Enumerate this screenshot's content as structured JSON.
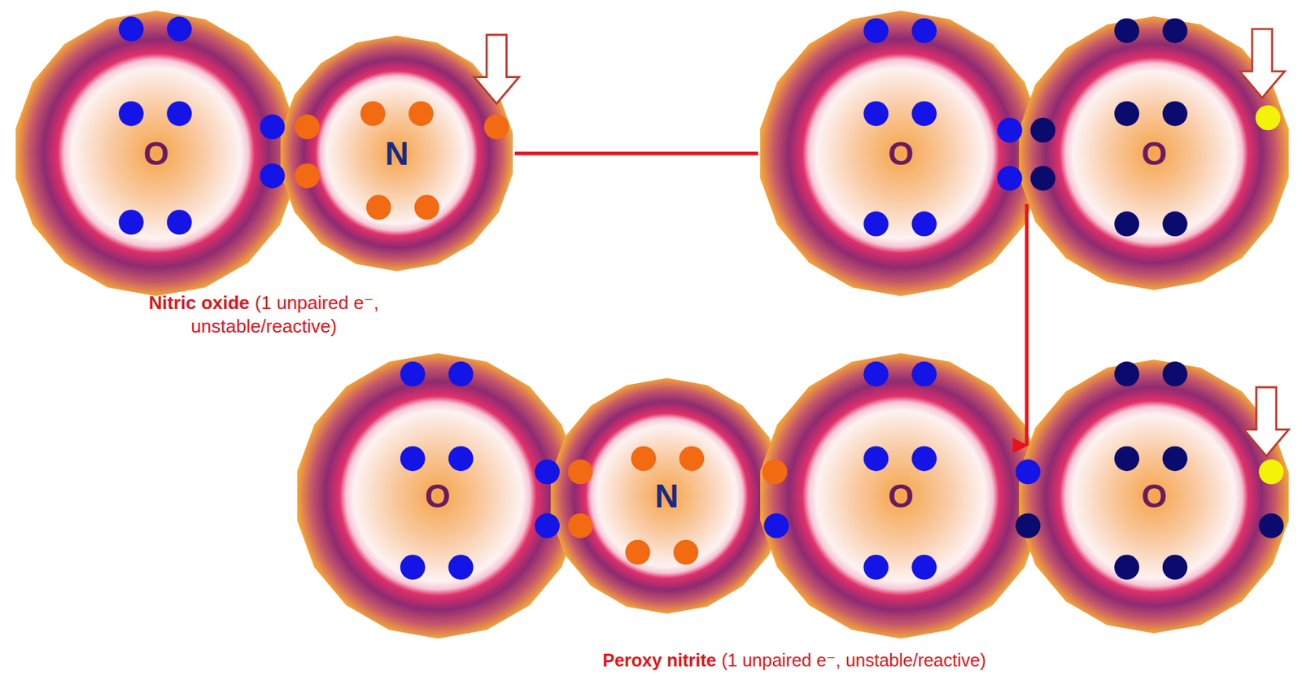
{
  "diagram": {
    "nodes": [
      {
        "text": [
          "O"
        ]
      },
      {
        "text": [
          "N"
        ]
      },
      {
        "text": [
          "O"
        ]
      },
      {
        "text": [
          "O"
        ]
      },
      {
        "text": [
          "O"
        ]
      },
      {
        "text": [
          "N"
        ]
      },
      {
        "text": [
          "O"
        ]
      },
      {
        "text": [
          "O"
        ]
      }
    ],
    "edges": [
      {
        "from": 1,
        "to": 2,
        "arrow": "none"
      },
      {
        "from": 3,
        "to": 7,
        "arrow": "to"
      }
    ],
    "labels": [
      "Nitric oxide",
      "(1 unpaired e⁻, unstable/reactive)",
      "Peroxy nitrite",
      "(1 unpaired e⁻, unstable/reactive)"
    ]
  }
}
